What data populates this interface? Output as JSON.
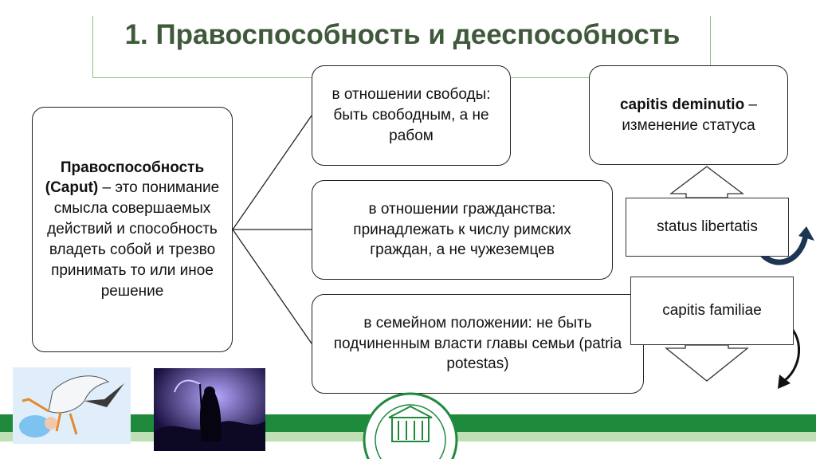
{
  "title": "1. Правоспособность и дееспособность",
  "main_box": {
    "term": "Правоспособность (Caput)",
    "definition": " – это понимание смысла совершаемых действий и способность владеть собой и трезво принимать то или иное решение"
  },
  "freedom_box": "в отношении свободы: быть свободным, а не рабом",
  "citizenship_box": "в отношении гражданства: принадлежать к числу римских граждан, а не чужеземцев",
  "family_box": "в семейном положении: не быть подчиненным власти главы семьи (patria potestas)",
  "capitis_box": {
    "term": "capitis deminutio",
    "definition": " – изменение статуса"
  },
  "status_libertatis": "status libertatis",
  "capitis_familiae": "capitis familiae",
  "colors": {
    "title": "#3f5a3a",
    "accent_green": "#1f8a3c",
    "light_green": "#bfe0b4",
    "arrow_blue": "#1c3553"
  },
  "images": {
    "stork": "stork-carrying-baby-illustration",
    "reaper": "grim-reaper-night-scene",
    "seal": "university-seal-logo"
  }
}
